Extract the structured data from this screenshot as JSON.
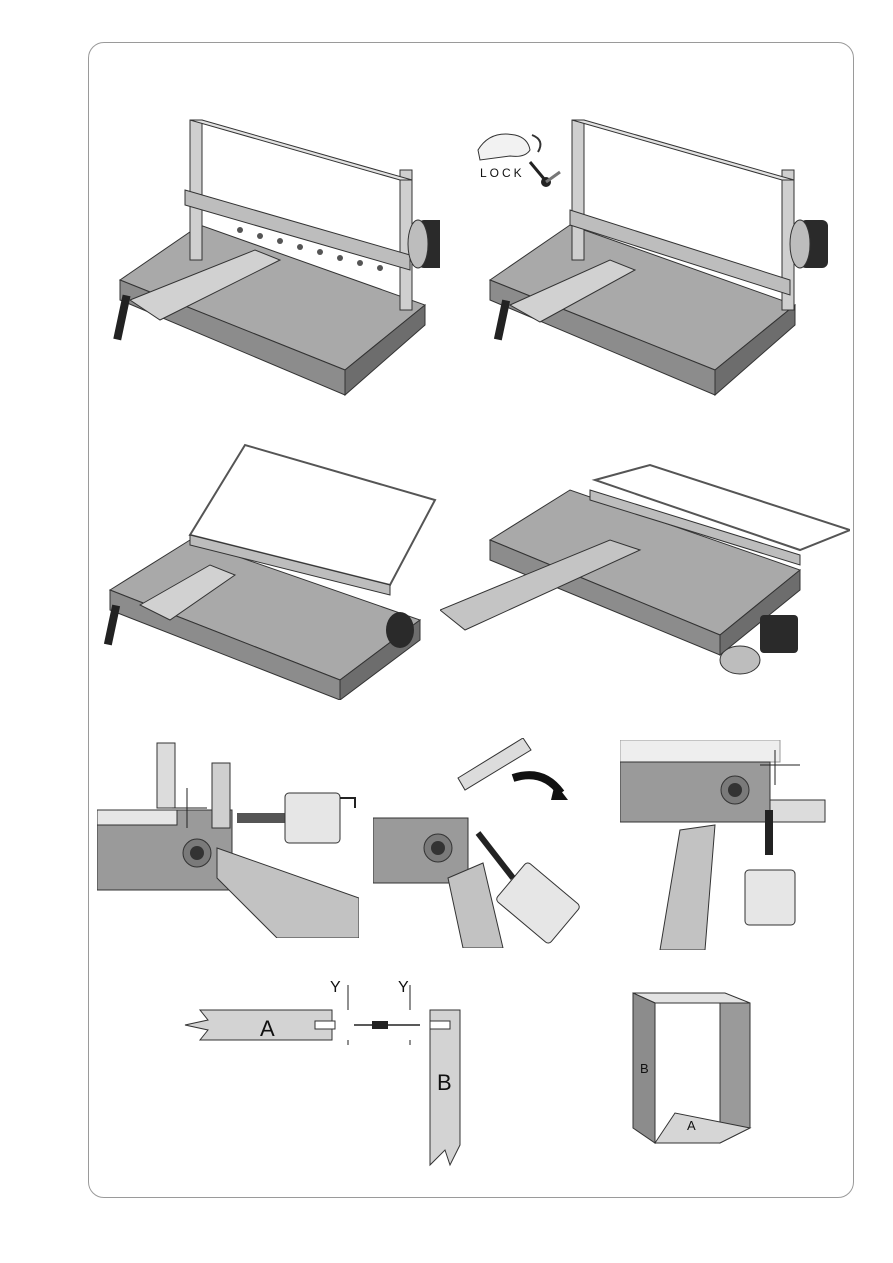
{
  "page": {
    "lock_label": "LOCK",
    "diagram": {
      "part_a": "A",
      "part_b": "B",
      "gap_left": "Y",
      "gap_right": "Y"
    },
    "box": {
      "side_label": "B",
      "bottom_label": "A"
    }
  },
  "colors": {
    "frame_border": "#9a9a9a",
    "machine_grey": "#8a8a8a",
    "panel_grey": "#b9b9b9",
    "dark": "#1a1a1a"
  }
}
